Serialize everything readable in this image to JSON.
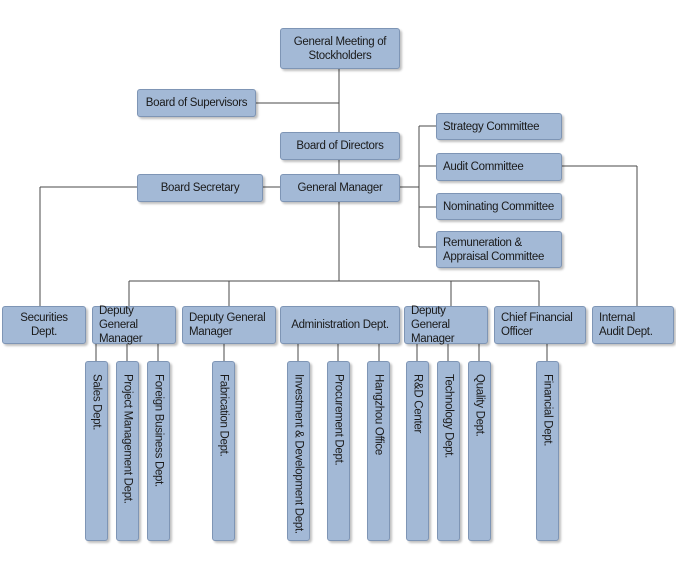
{
  "org": {
    "gms": "General Meeting of\nStockholders",
    "supervisors": "Board of Supervisors",
    "directors": "Board of Directors",
    "gm": "General Manager",
    "secretary": "Board Secretary",
    "strategy": "Strategy Committee",
    "audit": "Audit Committee",
    "nominating": "Nominating Committee",
    "remuneration": "Remuneration &\nAppraisal Committee",
    "securities": "Securities\nDept.",
    "dgm1": "Deputy General\nManager",
    "dgm2": "Deputy General\nManager",
    "admin": "Administration Dept.",
    "dgm3": "Deputy General\nManager",
    "cfo": "Chief Financial\nOfficer",
    "internal_audit": "Internal\nAudit Dept.",
    "depts": {
      "sales": "Sales Dept.",
      "project": "Project Management Dept.",
      "foreign": "Foreign Business Dept.",
      "fabrication": "Fabrication Dept.",
      "investment": "Investment & Development Dept.",
      "procurement": "Procurement Dept.",
      "hangzhou": "Hangzhou Office",
      "rd": "R&D  Center",
      "technology": "Technology  Dept.",
      "quality": "Quality Dept.",
      "financial": "Financial Dept."
    }
  },
  "colors": {
    "box_fill": "#a3b9d6",
    "box_border": "#7e95b5",
    "connector": "#4a4a4a"
  }
}
